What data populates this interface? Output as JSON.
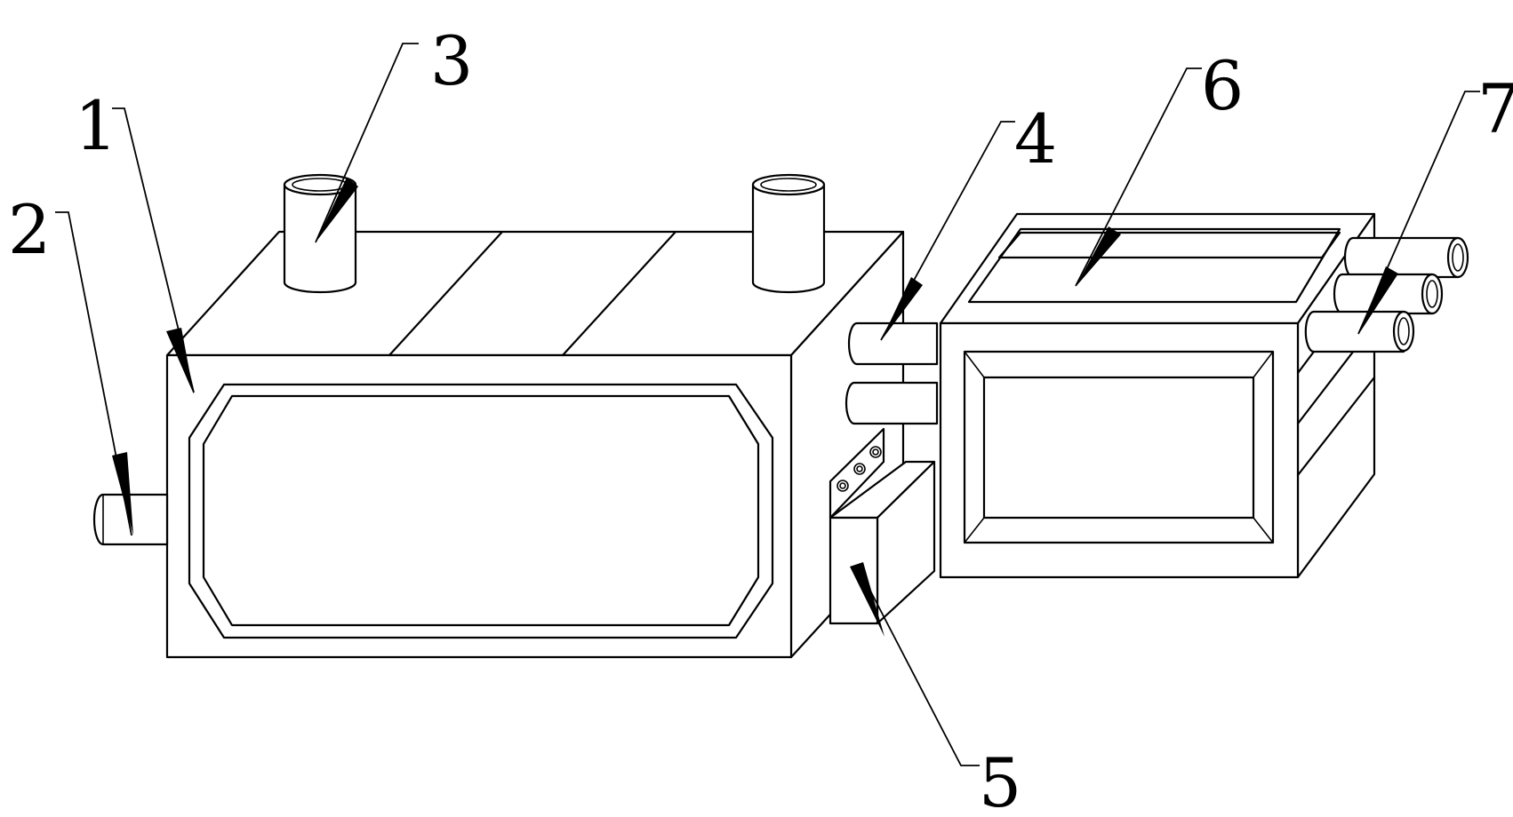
{
  "figure": {
    "labels": [
      {
        "id": "1",
        "text": "1"
      },
      {
        "id": "2",
        "text": "2"
      },
      {
        "id": "3",
        "text": "3"
      },
      {
        "id": "4",
        "text": "4"
      },
      {
        "id": "5",
        "text": "5"
      },
      {
        "id": "6",
        "text": "6"
      },
      {
        "id": "7",
        "text": "7"
      }
    ]
  },
  "colors": {
    "line": "#000000",
    "background": "#ffffff"
  }
}
